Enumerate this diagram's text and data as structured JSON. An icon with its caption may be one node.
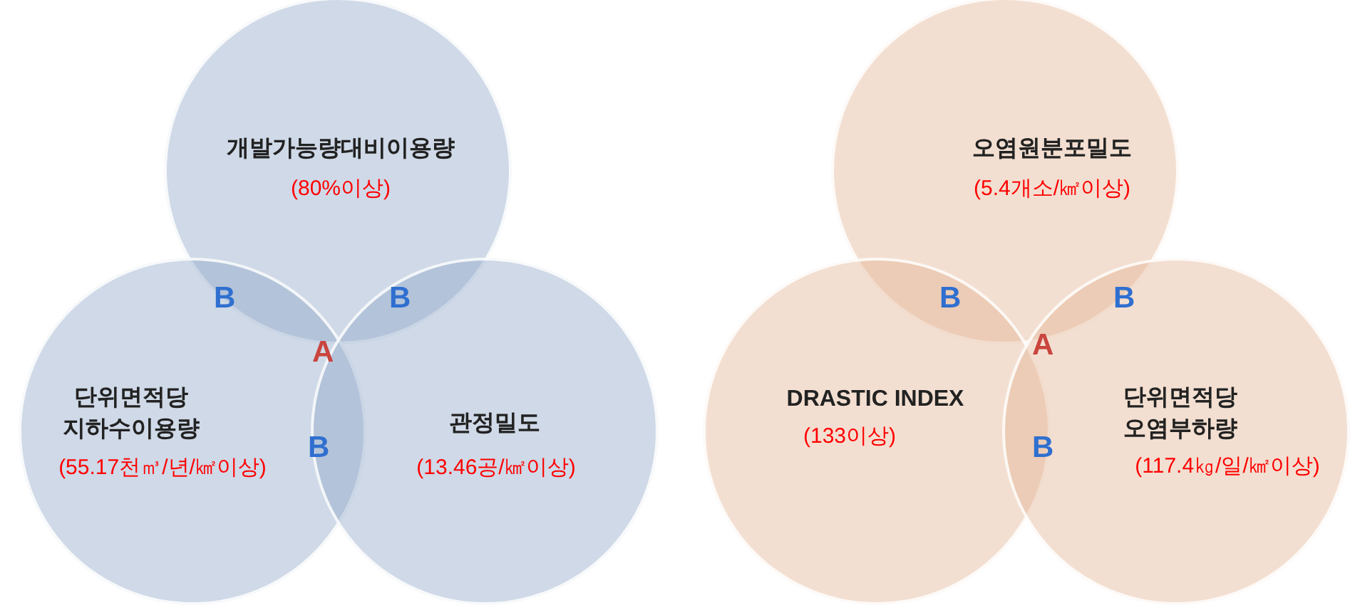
{
  "diagram": {
    "nodes": [
      {
        "text": [
          "개발가능량대비이용량",
          "(80%이상)"
        ]
      },
      {
        "text": [
          "단위면적당 지하수이용량",
          "(55.17천㎥/년/㎢이상)"
        ]
      },
      {
        "text": [
          "관정밀도",
          "(13.46공/㎢이상)"
        ]
      },
      {
        "text": [
          "오염원분포밀도",
          "(5.4개소/㎢이상)"
        ]
      },
      {
        "text": [
          "DRASTIC INDEX",
          "(133이상)"
        ]
      },
      {
        "text": [
          "단위면적당 오염부하량",
          "(117.4㎏/일/㎢이상)"
        ]
      }
    ],
    "labels": [
      "B",
      "B",
      "A",
      "B",
      "B",
      "B",
      "A",
      "B"
    ]
  }
}
